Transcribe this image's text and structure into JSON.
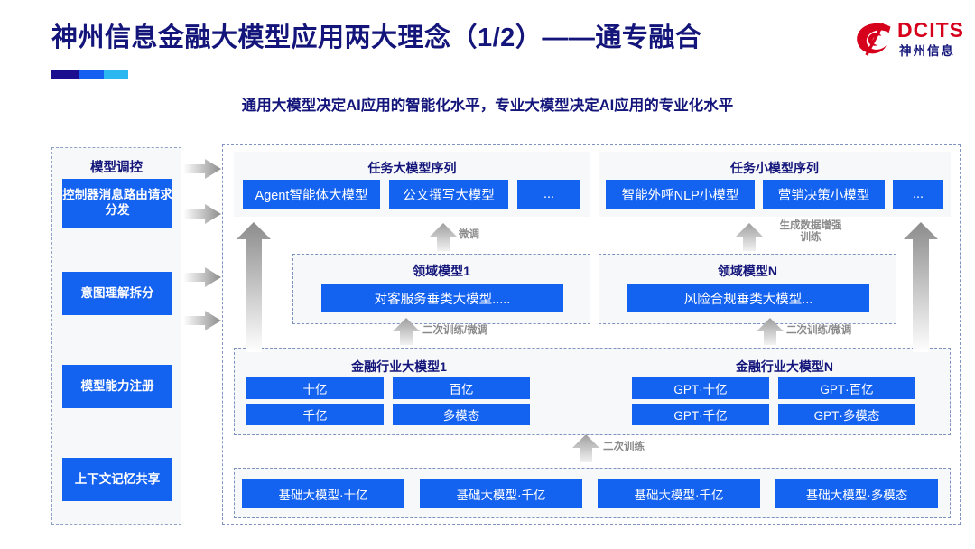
{
  "header": {
    "title": "神州信息金融大模型应用两大理念（1/2）——通专融合",
    "subtitle": "通用大模型决定AI应用的智能化水平，专业大模型决定AI应用的专业化水平",
    "logo_en": "DCITS",
    "logo_cn": "神州信息",
    "accent_colors": [
      "#1b0f8f",
      "#1560f0",
      "#2bb8f0"
    ],
    "brand_red": "#d6001c",
    "brand_navy": "#13157a"
  },
  "left_panel": {
    "title": "模型调控",
    "items": [
      {
        "label": "控制器消息路由请求分发"
      },
      {
        "label": "意图理解拆分"
      },
      {
        "label": "模型能力注册"
      },
      {
        "label": "上下文记忆共享"
      }
    ],
    "arrow_count": 4
  },
  "task_groups": [
    {
      "title": "任务大模型序列",
      "items": [
        "Agent智能体大模型",
        "公文撰写大模型",
        "..."
      ]
    },
    {
      "title": "任务小模型序列",
      "items": [
        "智能外呼NLP小模型",
        "营销决策小模型",
        "..."
      ]
    }
  ],
  "domain_groups": [
    {
      "title": "领域模型1",
      "items": [
        "对客服务垂类大模型....."
      ]
    },
    {
      "title": "领域模型N",
      "items": [
        "风险合规垂类大模型..."
      ]
    }
  ],
  "industry_groups": [
    {
      "title": "金融行业大模型1",
      "items": [
        "十亿",
        "百亿",
        "千亿",
        "多模态"
      ]
    },
    {
      "title": "金融行业大模型N",
      "items": [
        "GPT·十亿",
        "GPT·百亿",
        "GPT·千亿",
        "GPT·多模态"
      ]
    }
  ],
  "base_group": {
    "items": [
      "基础大模型·十亿",
      "基础大模型·千亿",
      "基础大模型·千亿",
      "基础大模型·多模态"
    ]
  },
  "arrow_labels": {
    "finetune": "微调",
    "data_aug": "生成数据增强\n训练",
    "retrain_finetune_left": "二次训练/微调",
    "retrain_finetune_right": "二次训练/微调",
    "retrain": "二次训练"
  },
  "colors": {
    "box_blue": "#1462f0",
    "panel_bg": "#f7f8fa",
    "dash_border": "#7f93c0",
    "arrow_gray": "#9a9a9a"
  }
}
